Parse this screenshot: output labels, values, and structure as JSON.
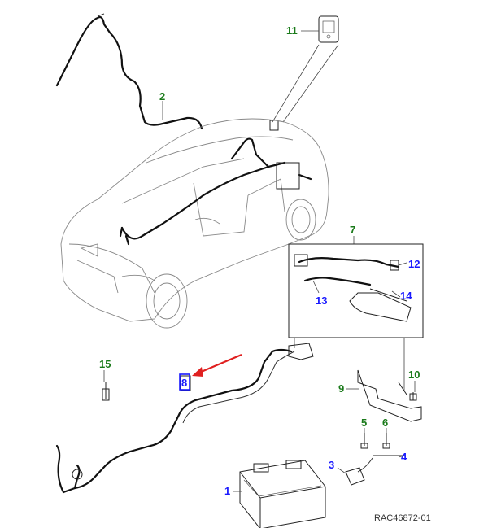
{
  "diagram": {
    "reference": "RAC46872-01",
    "callouts": [
      {
        "id": "c1",
        "text": "1",
        "color": "#1a1aff"
      },
      {
        "id": "c2",
        "text": "2",
        "color": "#1a7a1a"
      },
      {
        "id": "c3",
        "text": "3",
        "color": "#1a1aff"
      },
      {
        "id": "c4",
        "text": "4",
        "color": "#1a1aff"
      },
      {
        "id": "c5",
        "text": "5",
        "color": "#1a7a1a"
      },
      {
        "id": "c6",
        "text": "6",
        "color": "#1a7a1a"
      },
      {
        "id": "c7",
        "text": "7",
        "color": "#1a7a1a"
      },
      {
        "id": "c8",
        "text": "8",
        "color": "#1a1aff"
      },
      {
        "id": "c9",
        "text": "9",
        "color": "#1a7a1a"
      },
      {
        "id": "c10",
        "text": "10",
        "color": "#1a7a1a"
      },
      {
        "id": "c11",
        "text": "11",
        "color": "#1a7a1a"
      },
      {
        "id": "c12",
        "text": "12",
        "color": "#1a1aff"
      },
      {
        "id": "c13",
        "text": "13",
        "color": "#1a1aff"
      },
      {
        "id": "c14",
        "text": "14",
        "color": "#1a1aff"
      },
      {
        "id": "c15",
        "text": "15",
        "color": "#1a7a1a"
      }
    ],
    "highlight_arrow_color": "#e02020",
    "highlight_box_color": "#1a1aff"
  }
}
